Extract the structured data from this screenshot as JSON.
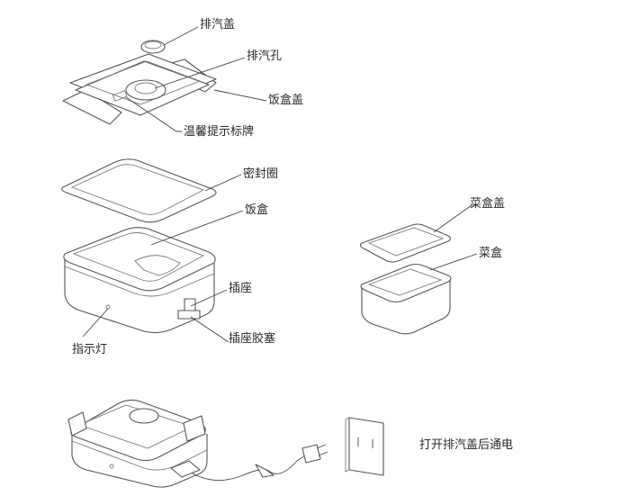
{
  "labels": {
    "vent_cap": "排汽盖",
    "vent_hole": "排汽孔",
    "box_lid": "饭盒盖",
    "reminder_plate": "温馨提示标牌",
    "seal_ring": "密封圈",
    "lunch_box": "饭盒",
    "dish_box_lid": "菜盒盖",
    "dish_box": "菜盒",
    "socket": "插座",
    "socket_plug": "插座胶塞",
    "indicator_light": "指示灯",
    "power_note": "打开排汽盖后通电"
  },
  "colors": {
    "line": "#555555",
    "text": "#2a2a2a",
    "background": "#ffffff"
  }
}
